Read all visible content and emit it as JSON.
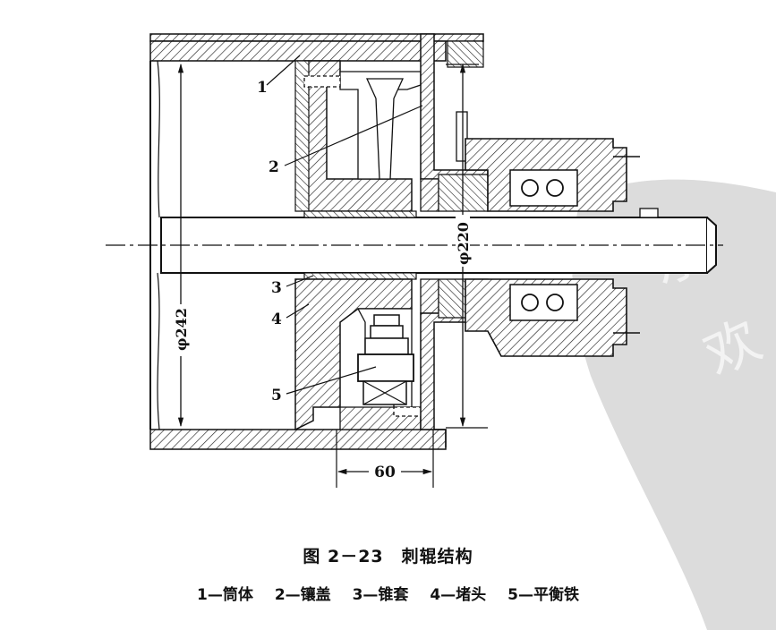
{
  "figure": {
    "title": "图 2－23　刺辊结构",
    "legend": [
      {
        "num": "1",
        "name": "筒体",
        "text": "1—筒体"
      },
      {
        "num": "2",
        "name": "镶盖",
        "text": "2—镶盖"
      },
      {
        "num": "3",
        "name": "锥套",
        "text": "3—锥套"
      },
      {
        "num": "4",
        "name": "堵头",
        "text": "4—堵头"
      },
      {
        "num": "5",
        "name": "平衡铁",
        "text": "5—平衡铁"
      }
    ]
  },
  "callouts": [
    "1",
    "2",
    "3",
    "4",
    "5"
  ],
  "dimensions": {
    "outer_diameter": "φ242",
    "inner_diameter": "φ220",
    "width": "60"
  },
  "colors": {
    "line": "#111111",
    "hatch": "#222222",
    "watermark": "#d9d9d9"
  }
}
